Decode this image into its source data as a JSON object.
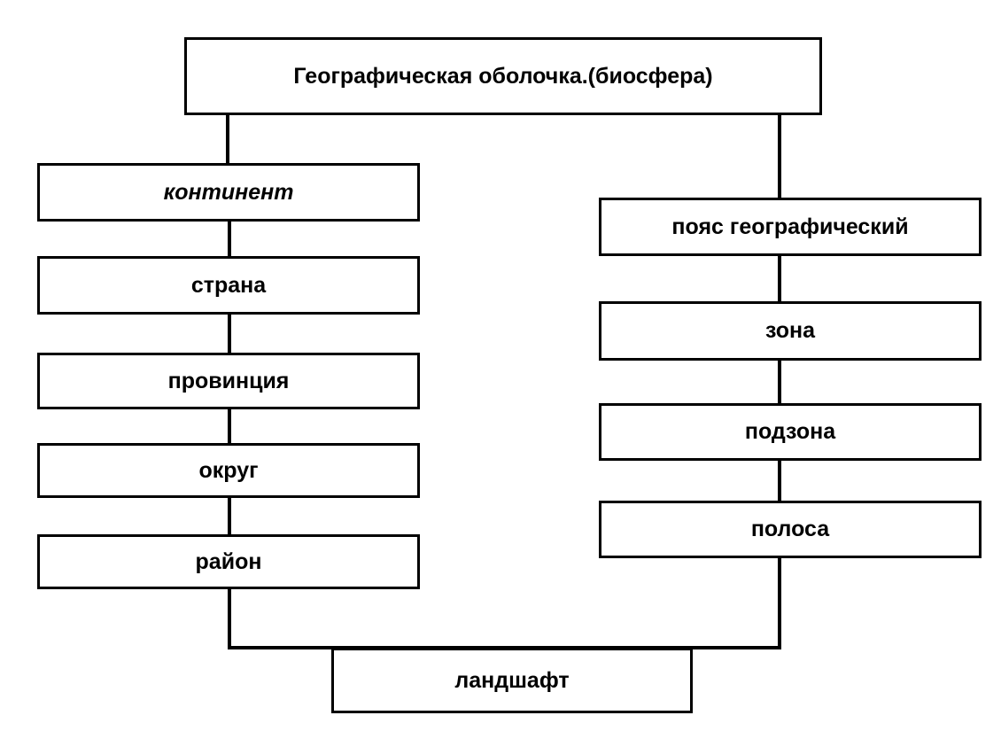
{
  "diagram": {
    "root": "Географическая оболочка.(биосфера)",
    "left_branch": [
      "континент",
      "страна",
      "провинция",
      "округ",
      "район"
    ],
    "right_branch": [
      "пояс географический",
      "зона",
      "подзона",
      "полоса"
    ],
    "bottom": "ландшафт"
  },
  "colors": {
    "stroke": "#000000",
    "background": "#ffffff",
    "text": "#000000"
  }
}
